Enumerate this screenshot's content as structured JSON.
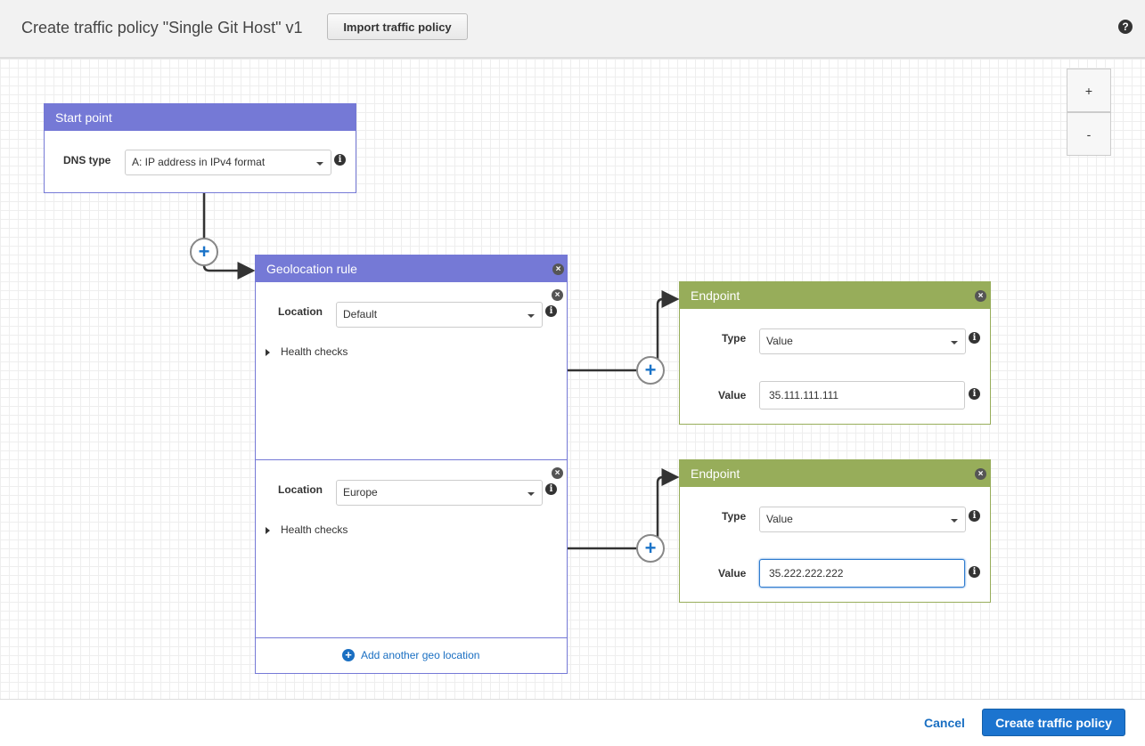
{
  "header": {
    "title": "Create traffic policy \"Single Git Host\" v1",
    "import_label": "Import traffic policy",
    "help_icon": "question-circle-icon"
  },
  "zoom": {
    "in_label": "+",
    "out_label": "-"
  },
  "start_point": {
    "title": "Start point",
    "dns_type_label": "DNS type",
    "dns_type_value": "A: IP address in IPv4 format"
  },
  "geolocation_rule": {
    "title": "Geolocation rule",
    "rules": [
      {
        "location_label": "Location",
        "location_value": "Default",
        "health_checks": "Health checks"
      },
      {
        "location_label": "Location",
        "location_value": "Europe",
        "health_checks": "Health checks"
      }
    ],
    "add_label": "Add another geo location"
  },
  "endpoints": [
    {
      "title": "Endpoint",
      "type_label": "Type",
      "type_value": "Value",
      "value_label": "Value",
      "value_value": "35.111.111.111"
    },
    {
      "title": "Endpoint",
      "type_label": "Type",
      "type_value": "Value",
      "value_label": "Value",
      "value_value": "35.222.222.222"
    }
  ],
  "footer": {
    "cancel_label": "Cancel",
    "create_label": "Create traffic policy"
  },
  "colors": {
    "rule_header": "#7579d6",
    "endpoint_header": "#97ad5a",
    "primary": "#1c74cf"
  }
}
